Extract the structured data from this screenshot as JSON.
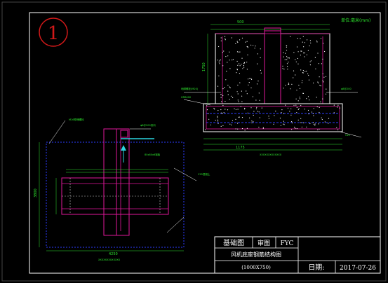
{
  "sheet": {
    "number": "1",
    "unit_note": "单位:毫米(mm)"
  },
  "title_block": {
    "drawing_type": "基础图",
    "review_label": "审图",
    "reviewer": "FYC",
    "drawing_name": "风机底座钢筋结构图",
    "drawing_code": "(1000X750)",
    "date_label": "日期:",
    "date_value": "2017-07-26"
  },
  "elevation": {
    "top_dim": "500",
    "left_height": "1750",
    "bottom_dim": "1175",
    "left_labels": [
      "地脚螺栓(M20)",
      "HRB400"
    ],
    "right_labels": [
      "φ8@200",
      "C25"
    ]
  },
  "plan": {
    "overall_width": "4250",
    "overall_height": "3800",
    "labels": [
      "M16预埋螺栓",
      "φ8@200双向",
      "C25混凝土",
      "80x80x6钢板"
    ],
    "caption": "XXXXXXXXXXXXX"
  },
  "colors": {
    "background": "#000000",
    "frame": "#ffffff",
    "dimension": "#2ee82e",
    "rebar": "#e0179a",
    "concrete": "#ffffff",
    "blue_dash": "#2d3bff",
    "cyan": "#2ad5e0",
    "sheet_circle": "#d21919"
  }
}
